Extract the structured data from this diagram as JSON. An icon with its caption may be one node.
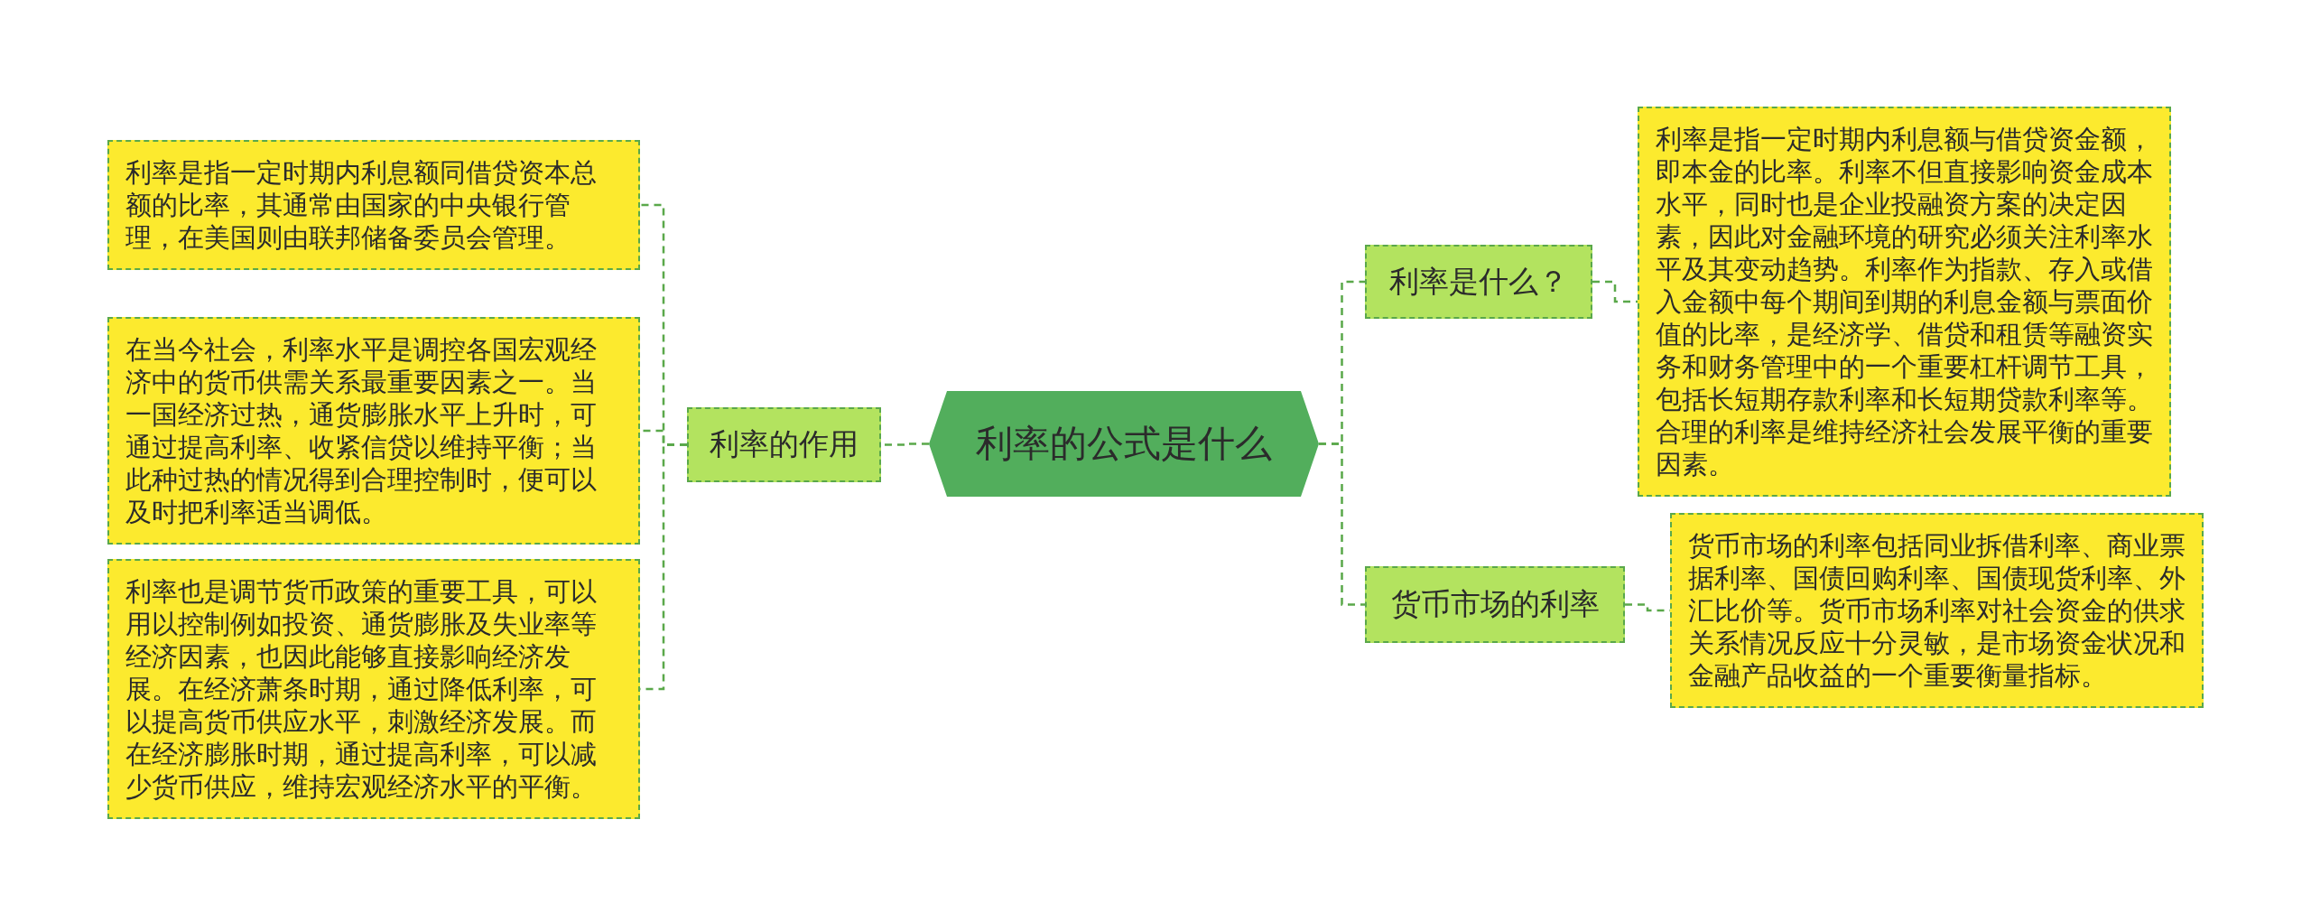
{
  "diagram": {
    "nodes": [
      {
        "text": [
          "利率的公式是什么"
        ]
      },
      {
        "text": [
          "利率的作用"
        ]
      },
      {
        "text": [
          "利率是指一定时期内利息额同借贷资本总额的比率，其通常由国家的中央银行管理，在美国则由联邦储备委员会管理。"
        ]
      },
      {
        "text": [
          "在当今社会，利率水平是调控各国宏观经济中的货币供需关系最重要因素之一。当一国经济过热，通货膨胀水平上升时，可通过提高利率、收紧信贷以维持平衡；当此种过热的情况得到合理控制时，便可以及时把利率适当调低。"
        ]
      },
      {
        "text": [
          "利率也是调节货币政策的重要工具，可以用以控制例如投资、通货膨胀及失业率等经济因素，也因此能够直接影响经济发展。在经济萧条时期，通过降低利率，可以提高货币供应水平，刺激经济发展。而在经济膨胀时期，通过提高利率，可以减少货币供应，维持宏观经济水平的平衡。"
        ]
      },
      {
        "text": [
          "利率是什么？"
        ]
      },
      {
        "text": [
          "利率是指一定时期内利息额与借贷资金额，即本金的比率。利率不但直接影响资金成本水平，同时也是企业投融资方案的决定因素，因此对金融环境的研究必须关注利率水平及其变动趋势。利率作为指款、存入或借入金额中每个期间到期的利息金额与票面价值的比率，是经济学、借贷和租赁等融资实务和财务管理中的一个重要杠杆调节工具，包括长短期存款利率和长短期贷款利率等。合理的利率是维持经济社会发展平衡的重要因素。"
        ]
      },
      {
        "text": [
          "货币市场的利率"
        ]
      },
      {
        "text": [
          "货币市场的利率包括同业拆借利率、商业票据利率、国债回购利率、国债现货利率、外汇比价等。货币市场利率对社会资金的供求关系情况反应十分灵敏，是市场资金状况和金融产品收益的一个重要衡量指标。"
        ]
      }
    ],
    "edges": [
      {
        "from": 0,
        "to": 1,
        "arrow": "none"
      },
      {
        "from": 1,
        "to": 2,
        "arrow": "none"
      },
      {
        "from": 1,
        "to": 3,
        "arrow": "none"
      },
      {
        "from": 1,
        "to": 4,
        "arrow": "none"
      },
      {
        "from": 0,
        "to": 5,
        "arrow": "none"
      },
      {
        "from": 5,
        "to": 6,
        "arrow": "none"
      },
      {
        "from": 0,
        "to": 7,
        "arrow": "none"
      },
      {
        "from": 7,
        "to": 8,
        "arrow": "none"
      }
    ]
  }
}
